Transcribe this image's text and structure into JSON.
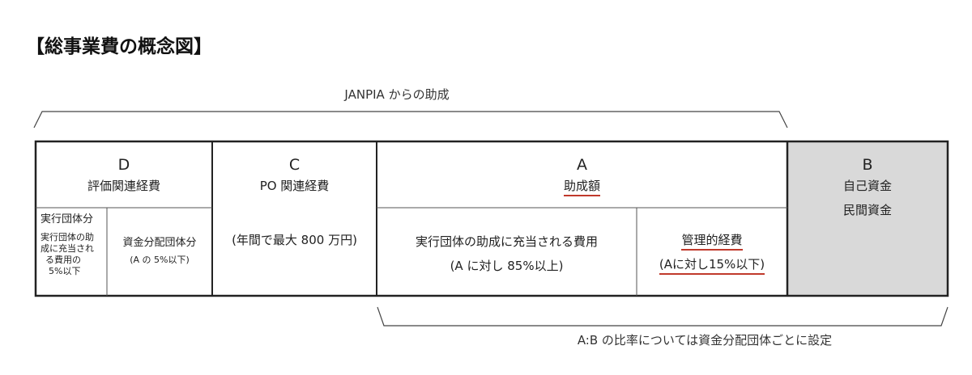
{
  "title": "【総事業費の概念図】",
  "top_brace": {
    "label": "JANPIA からの助成"
  },
  "bottom_brace": {
    "label": "A:B の比率については資金分配団体ごとに設定"
  },
  "blocks": {
    "D": {
      "letter": "D",
      "name": "評価関連経費",
      "sub1_title": "実行団体分",
      "sub1_lines": [
        "実行団体の助",
        "成に充当され",
        "る費用の",
        "5%以下"
      ],
      "sub2_title": "資金分配団体分",
      "sub2_note": "(A の 5%以下)"
    },
    "C": {
      "letter": "C",
      "name": "PO 関連経費",
      "note": "(年間で最大 800 万円)"
    },
    "A": {
      "letter": "A",
      "name": "助成額",
      "sub1_title": "実行団体の助成に充当される費用",
      "sub1_note": "(A に対し 85%以上)",
      "sub2_title": "管理的経費",
      "sub2_note": "(Aに対し15%以下)"
    },
    "B": {
      "letter": "B",
      "line1": "自己資金",
      "line2": "民間資金"
    }
  },
  "colors": {
    "border": "#222222",
    "b_fill": "#d9d9d9",
    "underline": "#c0392b"
  }
}
